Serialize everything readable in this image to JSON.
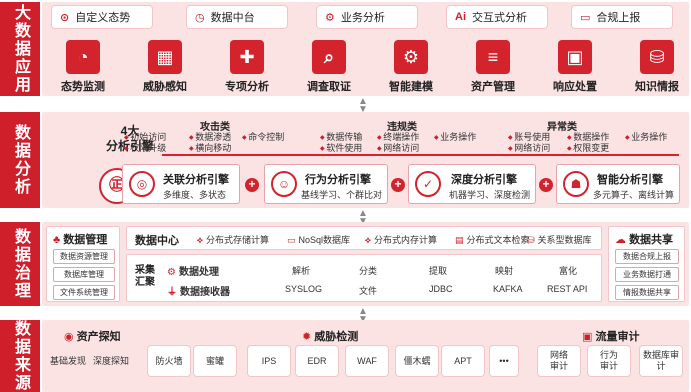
{
  "sections": {
    "app": "大数据应用",
    "analysis": "数据分析",
    "governance": "数据治理",
    "source": "数据来源"
  },
  "app": {
    "top_buttons": [
      {
        "label": "自定义态势",
        "icon": "custom-icon"
      },
      {
        "label": "数据中台",
        "icon": "24-icon"
      },
      {
        "label": "业务分析",
        "icon": "analysis-icon"
      },
      {
        "label": "交互式分析",
        "icon": "ai-icon"
      },
      {
        "label": "合规上报",
        "icon": "monitor-icon"
      }
    ],
    "modules": [
      {
        "label": "态势监测",
        "glyph": "◔"
      },
      {
        "label": "威胁感知",
        "glyph": "▦"
      },
      {
        "label": "专项分析",
        "glyph": "✚"
      },
      {
        "label": "调查取证",
        "glyph": "⌕"
      },
      {
        "label": "智能建模",
        "glyph": "⚙"
      },
      {
        "label": "资产管理",
        "glyph": "≡"
      },
      {
        "label": "响应处置",
        "glyph": "▣"
      },
      {
        "label": "知识情报",
        "glyph": "⛁"
      }
    ]
  },
  "analysis": {
    "engine_count_label": "4大",
    "engine_label": "分析引擎",
    "categories": [
      "攻击类",
      "违规类",
      "异常类"
    ],
    "attack_items": [
      "初始访问",
      "数据渗透",
      "命令控制",
      "权限升级",
      "横向移动"
    ],
    "violation_items": [
      "数据传输",
      "终端操作",
      "业务操作",
      "软件使用",
      "网络访问"
    ],
    "anomaly_items": [
      "账号使用",
      "数据操作",
      "业务操作",
      "网络访问",
      "权限变更"
    ],
    "engines": [
      {
        "title": "关联分析引擎",
        "desc": "多维度、多状态",
        "icon": "◎"
      },
      {
        "title": "行为分析引擎",
        "desc": "基线学习、个群比对",
        "icon": "☺"
      },
      {
        "title": "深度分析引擎",
        "desc": "机器学习、深度检测",
        "icon": "✓"
      },
      {
        "title": "智能分析引擎",
        "desc": "多元算子、离线计算",
        "icon": "☗"
      }
    ],
    "center_icon": "㊣"
  },
  "governance": {
    "data_mgmt": {
      "title": "数据管理",
      "items": [
        "数据资源管理",
        "数据库管理",
        "文件系统管理"
      ]
    },
    "data_center": {
      "title": "数据中心",
      "features": [
        "分布式存储计算",
        "NoSql数据库",
        "分布式内存计算",
        "分布式文本检索",
        "关系型数据库"
      ]
    },
    "collect_label": "采集汇聚",
    "processing": {
      "title": "数据处理",
      "steps": [
        "解析",
        "分类",
        "提取",
        "映射",
        "富化"
      ]
    },
    "receiver": {
      "title": "数据接收器",
      "protocols": [
        "SYSLOG",
        "文件",
        "JDBC",
        "KAFKA",
        "REST API"
      ]
    },
    "sharing": {
      "title": "数据共享",
      "items": [
        "数据合规上报",
        "业务数据打通",
        "情报数据共享"
      ]
    }
  },
  "source": {
    "asset_probe": {
      "title": "资产探知",
      "items": [
        "基础发现",
        "深度探知"
      ]
    },
    "threat_detect": {
      "title": "威胁检测",
      "items": [
        "防火墙",
        "蜜罐",
        "IPS",
        "EDR",
        "WAF",
        "僵木蠕",
        "APT",
        "•••"
      ]
    },
    "traffic_audit": {
      "title": "流量审计",
      "items": [
        "网络审计",
        "行为审计",
        "数据库审计"
      ]
    }
  },
  "colors": {
    "accent": "#cf1f2b",
    "panel": "#fbe3e4",
    "border": "#e8a4a8"
  }
}
